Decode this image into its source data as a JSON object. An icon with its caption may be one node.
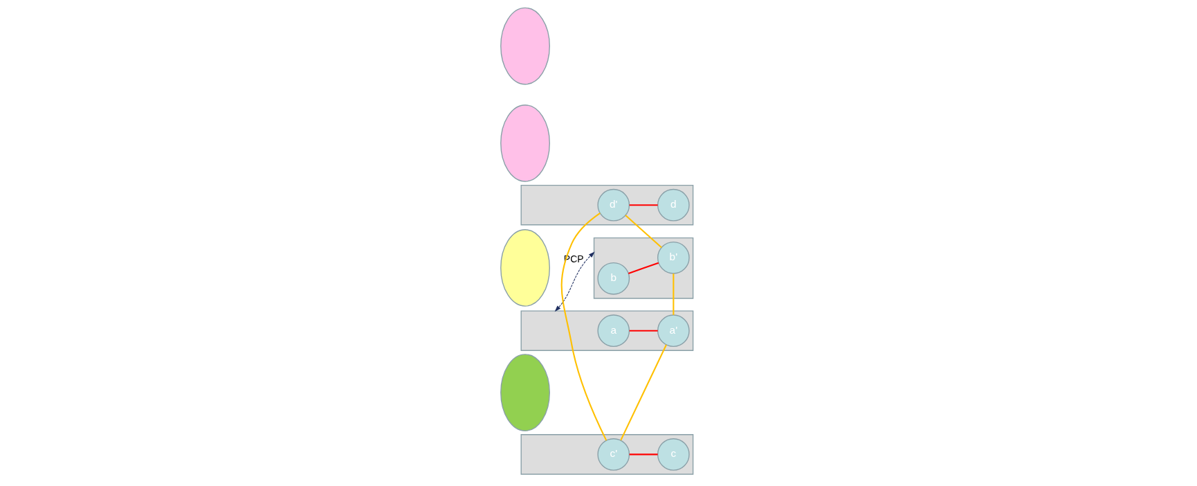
{
  "diagram": {
    "nodes": [
      {
        "text": [],
        "shape": "cloud"
      },
      {
        "text": [],
        "shape": "box"
      },
      {
        "text": [],
        "shape": "box"
      },
      {
        "text": [],
        "shape": "ellipse"
      },
      {
        "text": [],
        "shape": "ellipse"
      },
      {
        "text": [],
        "shape": "box"
      },
      {
        "text": [],
        "shape": "box"
      },
      {
        "text": [],
        "shape": "cloud"
      },
      {
        "text": [
          "a"
        ],
        "in": 1
      },
      {
        "text": [
          "a'"
        ],
        "in": 1
      },
      {
        "text": [
          "b"
        ],
        "in": 2
      },
      {
        "text": [
          "b'"
        ],
        "in": 2
      },
      {
        "text": [
          "c'"
        ],
        "in": 5
      },
      {
        "text": [
          "c"
        ],
        "in": 5
      },
      {
        "text": [
          "d'"
        ],
        "in": 6
      },
      {
        "text": [
          "d"
        ],
        "in": 6
      }
    ],
    "edges": [
      {
        "from": 8,
        "to": 9,
        "arrow": "none",
        "color": "#ff0000"
      },
      {
        "from": 9,
        "to": 12,
        "arrow": "none",
        "color": "#ffc000"
      },
      {
        "from": 12,
        "to": 13,
        "arrow": "none",
        "color": "#ff0000"
      },
      {
        "from": 9,
        "to": 11,
        "arrow": "none",
        "color": "#ffc000"
      },
      {
        "from": 12,
        "to": 14,
        "arrow": "none",
        "color": "#ffc000"
      },
      {
        "from": 10,
        "to": 11,
        "arrow": "none",
        "color": "#ff0000"
      },
      {
        "from": 11,
        "to": 14,
        "arrow": "none",
        "color": "#ffc000"
      },
      {
        "from": 14,
        "to": 15,
        "arrow": "none",
        "color": "#ff0000"
      },
      {
        "from": 1,
        "to": 2,
        "arrow": "both",
        "style": "dashed",
        "color": "#1f2f60",
        "label": "PCP"
      }
    ]
  }
}
